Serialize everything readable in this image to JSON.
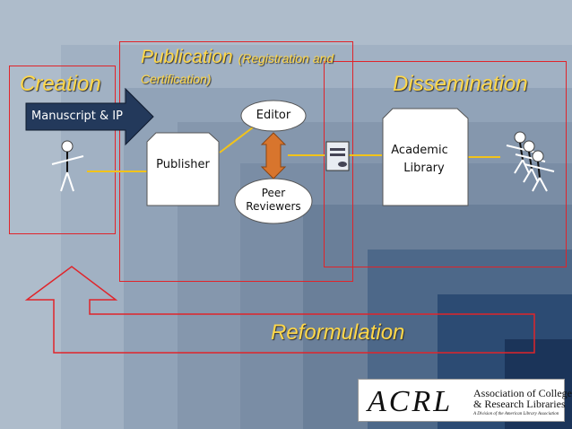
{
  "headings": {
    "creation": "Creation",
    "publication": "Publication",
    "publication_note_1": "(Registration and",
    "publication_note_2": "Certification)",
    "dissemination": "Dissemination",
    "reformulation": "Reformulation"
  },
  "nodes": {
    "manuscript_arrow": "Manuscript & IP",
    "publisher": "Publisher",
    "editor": "Editor",
    "peer_reviewers_1": "Peer",
    "peer_reviewers_2": "Reviewers",
    "library_1": "Academic",
    "library_2": "Library"
  },
  "logo": {
    "mark": "ACRL",
    "name_line1": "Association of College",
    "name_line2": "& Research Libraries",
    "tagline": "A Division of the American Library Association"
  },
  "colors": {
    "heading": "#ffd84a",
    "box_border": "#e0242a",
    "connector": "#f2c31a",
    "arrow_fill": "#23395b",
    "double_arrow": "#d8752d"
  }
}
